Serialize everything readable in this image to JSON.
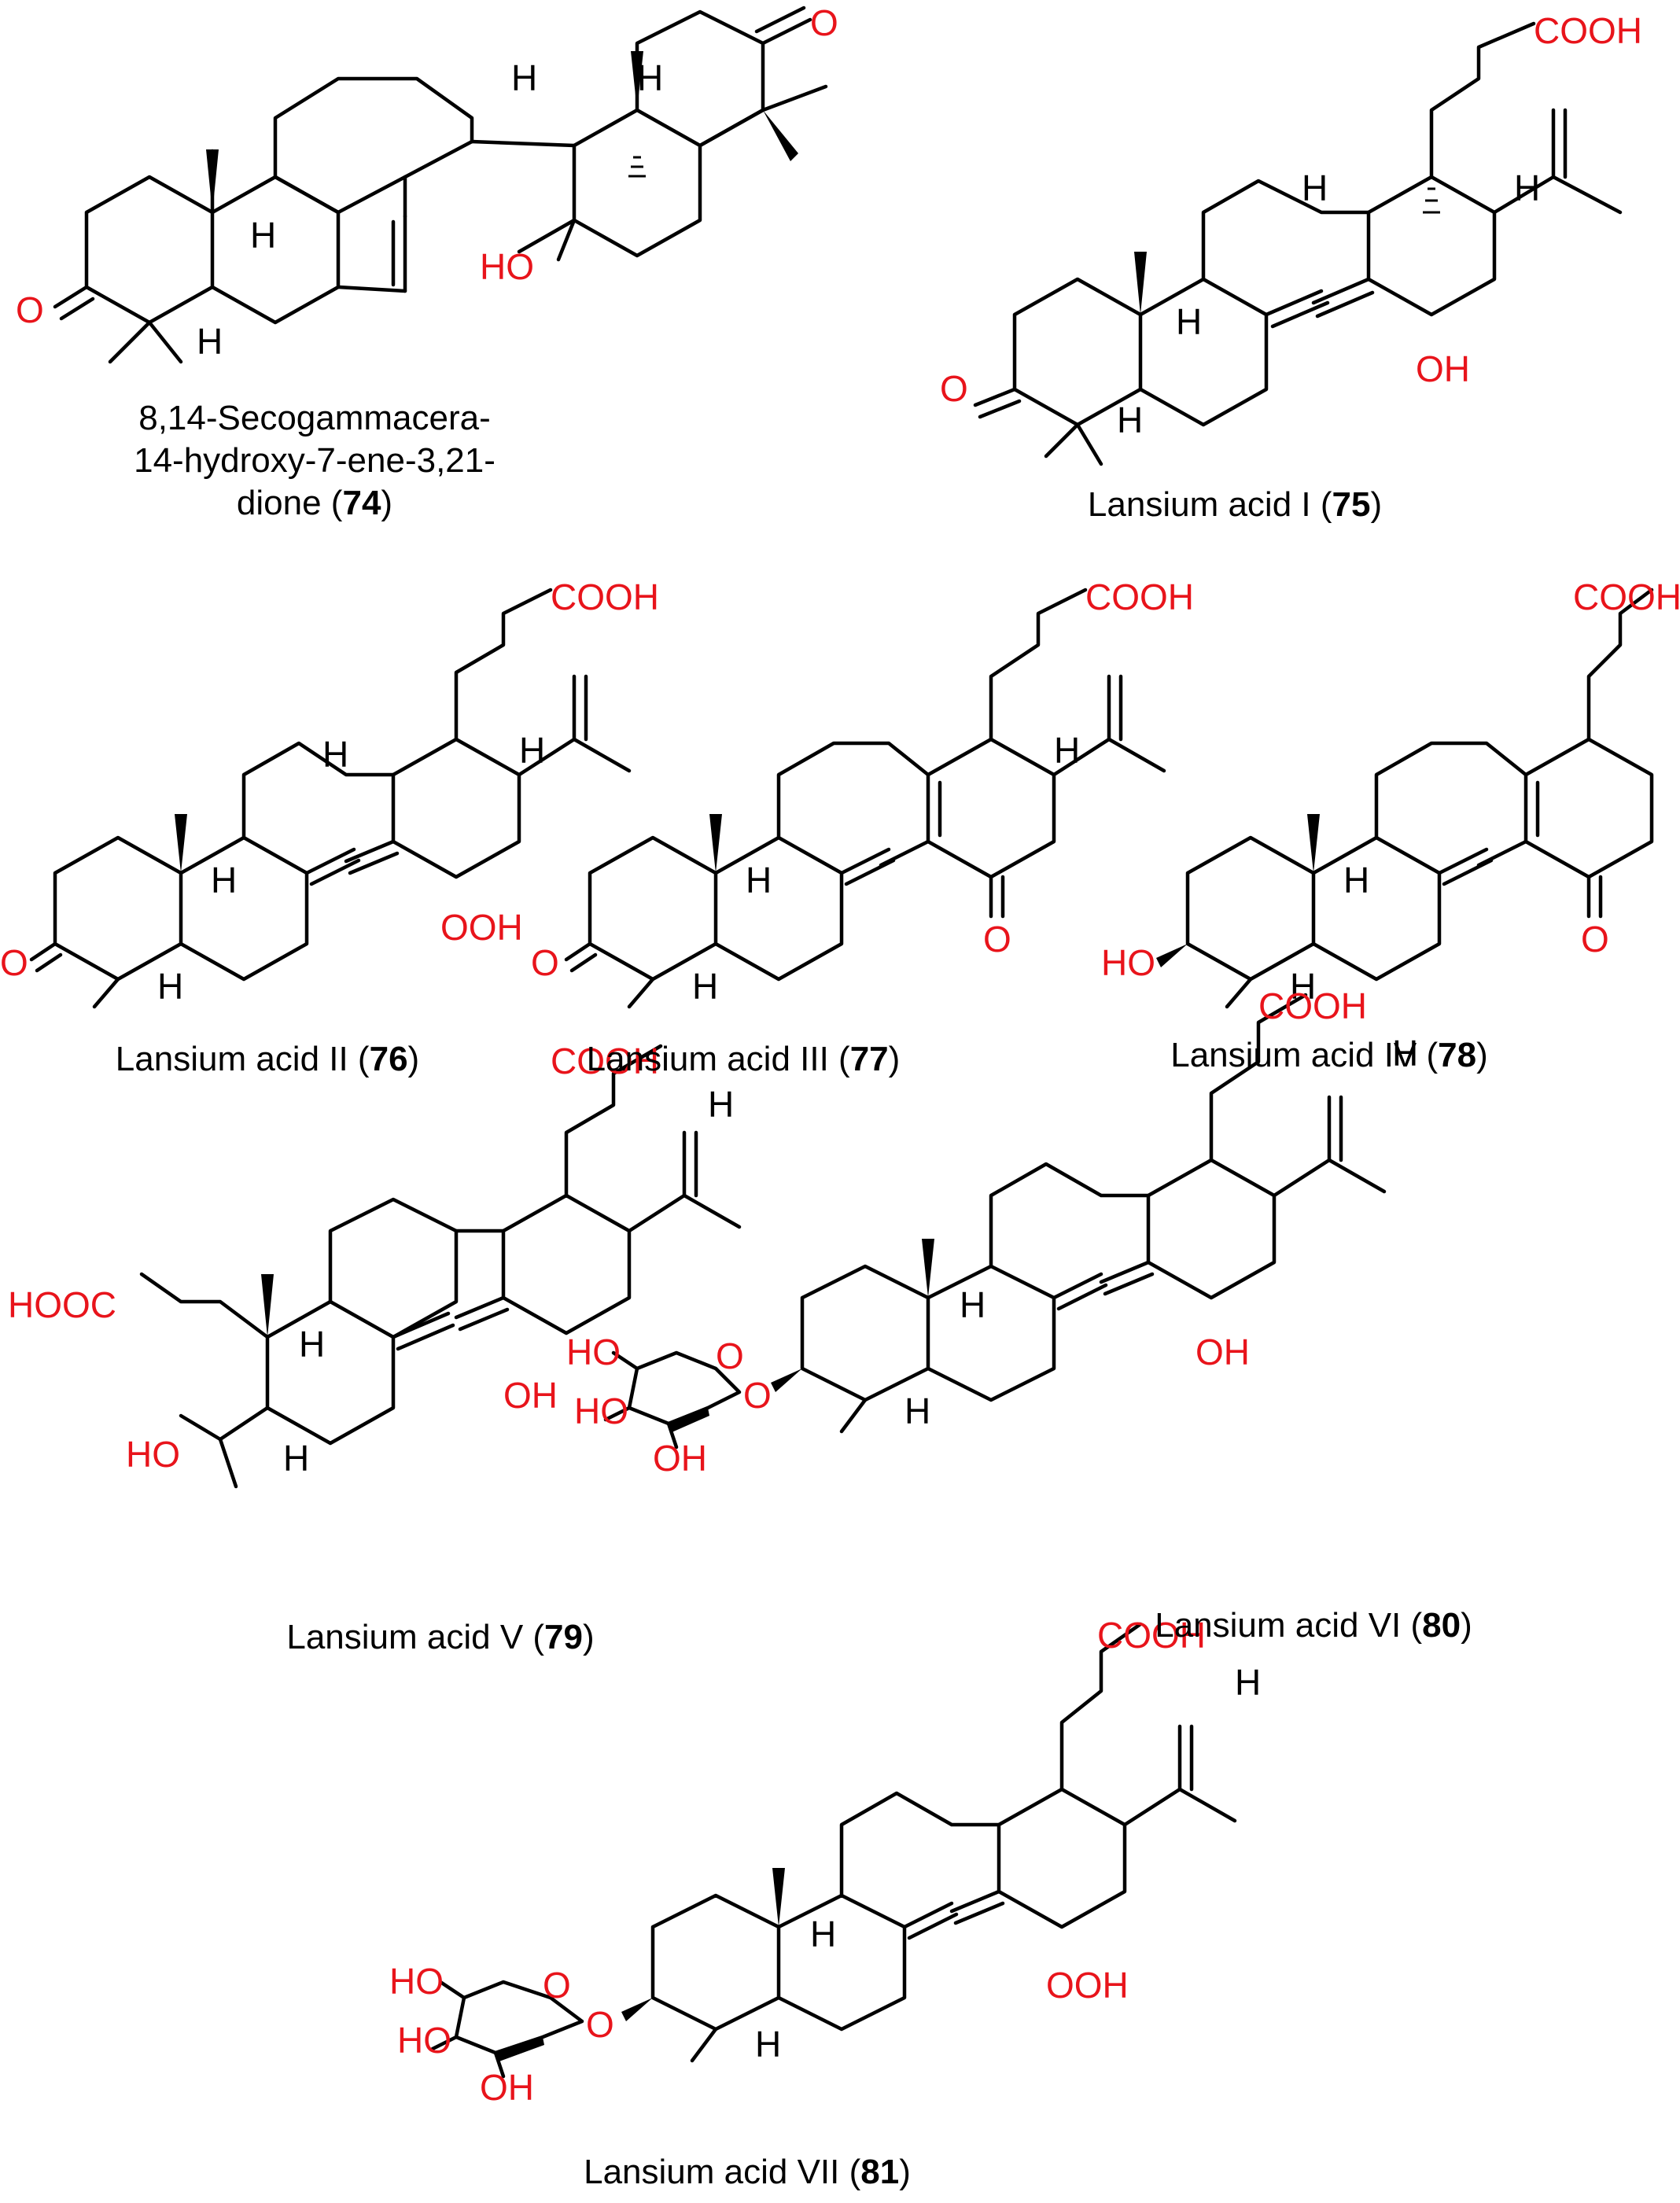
{
  "labels": {
    "H": "H",
    "O": "O",
    "OH": "OH",
    "HO": "HO",
    "COOH": "COOH",
    "HOOC": "HOOC",
    "OOH": "OOH"
  },
  "compounds": [
    {
      "name_line1": "8,14-Secogammacera-",
      "name_line2": "14-hydroxy-7-ene-3,21-",
      "name_line3": "dione (",
      "number": "74",
      "close": ")"
    },
    {
      "name": "Lansium acid I (",
      "number": "75",
      "close": ")"
    },
    {
      "name": "Lansium acid II (",
      "number": "76",
      "close": ")"
    },
    {
      "name": "Lansium acid III (",
      "number": "77",
      "close": ")"
    },
    {
      "name": "Lansium acid IV (",
      "number": "78",
      "close": ")"
    },
    {
      "name": "Lansium acid V (",
      "number": "79",
      "close": ")"
    },
    {
      "name": "Lansium acid VI (",
      "number": "80",
      "close": ")"
    },
    {
      "name": "Lansium acid VII (",
      "number": "81",
      "close": ")"
    }
  ],
  "colors": {
    "heteroatom": "#e8141b",
    "bond": "#000000"
  }
}
